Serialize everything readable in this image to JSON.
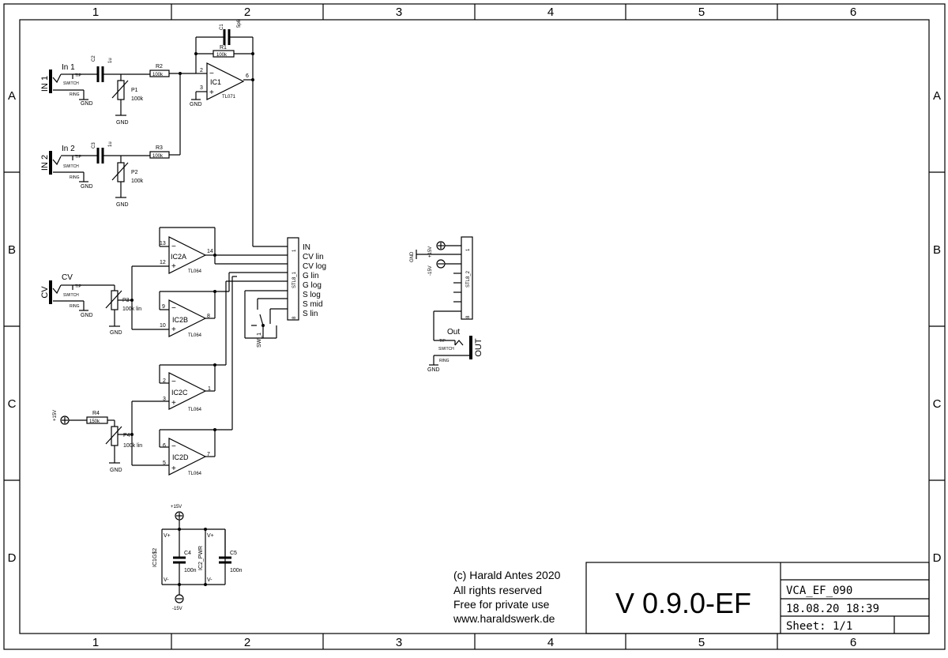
{
  "frame": {
    "columns": [
      "1",
      "2",
      "3",
      "4",
      "5",
      "6"
    ],
    "rows": [
      "A",
      "B",
      "C",
      "D"
    ]
  },
  "components": {
    "in1": {
      "jack": "IN 1",
      "name": "In 1",
      "tip": "TIP",
      "switch": "SWITCH",
      "ring": "RING",
      "gnd": "GND"
    },
    "in2": {
      "jack": "IN 2",
      "name": "In 2",
      "tip": "TIP",
      "switch": "SWITCH",
      "ring": "RING",
      "gnd": "GND"
    },
    "cv": {
      "jack": "CV",
      "name": "CV",
      "tip": "TIP",
      "switch": "SWITCH",
      "ring": "RING",
      "gnd": "GND"
    },
    "out": {
      "jack": "OUT",
      "name": "Out",
      "tip": "TIP",
      "switch": "SWITCH",
      "ring": "RING",
      "gnd": "GND"
    },
    "c1": {
      "name": "C1",
      "value": "5p6"
    },
    "c2": {
      "name": "C2",
      "value": "1u"
    },
    "c3": {
      "name": "C3",
      "value": "1u"
    },
    "c4": {
      "name": "C4",
      "value": "100n"
    },
    "c5": {
      "name": "C5",
      "value": "100n"
    },
    "r1": {
      "name": "R1",
      "value": "100k"
    },
    "r2": {
      "name": "R2",
      "value": "100k"
    },
    "r3": {
      "name": "R3",
      "value": "100k"
    },
    "r4": {
      "name": "R4",
      "value": "150k"
    },
    "p1": {
      "name": "P1",
      "value": "100k",
      "gnd": "GND"
    },
    "p2": {
      "name": "P2",
      "value": "100k",
      "gnd": "GND"
    },
    "p3": {
      "name": "P3",
      "value": "100k lin",
      "gnd": "GND"
    },
    "p4": {
      "name": "P4",
      "value": "100k lin",
      "gnd": "GND"
    },
    "ic1": {
      "name": "IC1",
      "type": "TL071",
      "pins": [
        "2",
        "3",
        "6"
      ],
      "gnd": "GND"
    },
    "ic2a": {
      "name": "IC2A",
      "type": "TL064",
      "pins": [
        "13",
        "12",
        "14"
      ]
    },
    "ic2b": {
      "name": "IC2B",
      "type": "TL064",
      "pins": [
        "9",
        "10",
        "8"
      ]
    },
    "ic2c": {
      "name": "IC2C",
      "type": "TL064",
      "pins": [
        "2",
        "3",
        "1"
      ]
    },
    "ic2d": {
      "name": "IC2D",
      "type": "TL064",
      "pins": [
        "6",
        "5",
        "7"
      ]
    },
    "stl8_1": {
      "name": "STL8_1",
      "pin_first": "1",
      "pin_last": "8",
      "signals": [
        "IN",
        "CV lin",
        "CV log",
        "G lin",
        "G log",
        "S log",
        "S mid",
        "S lin"
      ]
    },
    "stl8_2": {
      "name": "STL8_2",
      "pin_first": "1",
      "pin_last": "8",
      "pos": "+15V",
      "neg": "-15V",
      "gnd": "GND"
    },
    "sw1": {
      "name": "SW_1"
    },
    "p4_supply": "+15V",
    "power": {
      "pos": "+15V",
      "neg": "-15V",
      "ic1_name": "IC1G$2",
      "ic2_name": "IC2_PWR",
      "vplus": "V+",
      "vminus": "V-"
    }
  },
  "notes": {
    "line1": "(c) Harald Antes 2020",
    "line2": "All rights reserved",
    "line3": "Free for private use",
    "line4": "www.haraldswerk.de"
  },
  "titleblock": {
    "version": "V 0.9.0-EF",
    "filename": "VCA_EF_090",
    "datetime": "18.08.20 18:39",
    "sheet": "Sheet: 1/1"
  }
}
